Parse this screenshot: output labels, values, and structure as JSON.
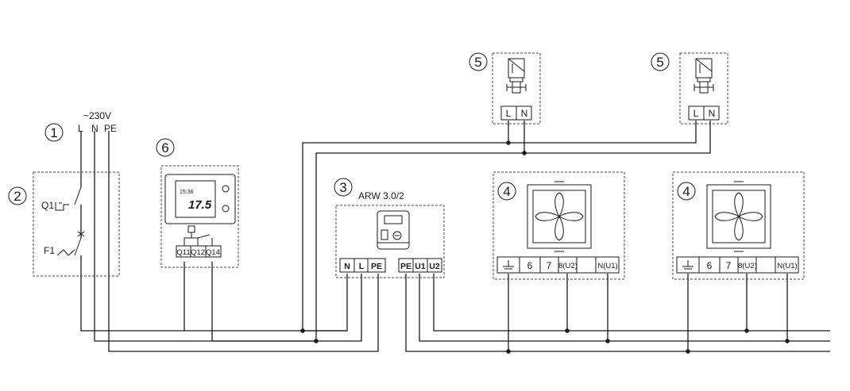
{
  "callouts": {
    "supply": "1",
    "breaker_box": "2",
    "controller": "3",
    "fan_a": "4",
    "fan_b": "4",
    "valve_a": "5",
    "valve_b": "5",
    "thermostat": "6"
  },
  "supply": {
    "voltage": "~230V",
    "line_L": "L",
    "line_N": "N",
    "line_PE": "PE"
  },
  "breaker_box": {
    "switch_label": "Q1",
    "fuse_label": "F1"
  },
  "controller": {
    "model": "ARW 3.0/2",
    "terminals": [
      "N",
      "L",
      "PE",
      "PE",
      "U1",
      "U2"
    ]
  },
  "thermostat": {
    "display_time": "15:36",
    "display_value": "17.5",
    "terminals": [
      "Q11",
      "Q12",
      "Q14"
    ]
  },
  "valve": {
    "terminals": [
      "L",
      "N"
    ]
  },
  "fan_unit": {
    "terminals": [
      "6",
      "7",
      "8(U2)",
      "N(U1)"
    ]
  }
}
